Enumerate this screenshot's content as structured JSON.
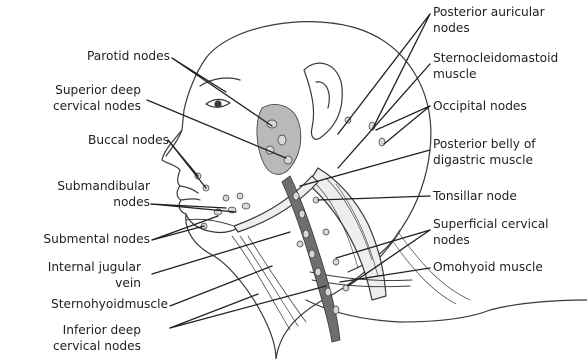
{
  "labels": {
    "parotid_nodes": [
      "Parotid nodes"
    ],
    "superior_deep_cervical_nodes": [
      "Superior deep",
      "cervical nodes"
    ],
    "buccal_nodes": [
      "Buccal nodes"
    ],
    "submandibular_nodes": [
      "Submandibular",
      "nodes"
    ],
    "submental_nodes": [
      "Submental nodes"
    ],
    "internal_jugular_vein": [
      "Internal jugular",
      "vein"
    ],
    "sternohyoid_muscle": [
      "Sternohyoidmuscle"
    ],
    "inferior_deep_cervical_nodes": [
      "Inferior deep",
      "cervical nodes"
    ],
    "posterior_auricular_nodes": [
      "Posterior auricular",
      "nodes"
    ],
    "sternocleidomastoid_muscle": [
      "Sternocleidomastoid",
      "muscle"
    ],
    "occipital_nodes": [
      "Occipital nodes"
    ],
    "posterior_belly_digastric": [
      "Posterior belly of",
      "digastric muscle"
    ],
    "tonsillar_node": [
      "Tonsillar node"
    ],
    "superficial_cervical_nodes": [
      "Superficial cervical",
      "nodes"
    ],
    "omohyoid_muscle": [
      "Omohyoid muscle"
    ]
  },
  "colors": {
    "outline": "#3a3a3a",
    "label_text": "#231f20",
    "gland_fill": "#b9b9b9",
    "vein_fill": "#6e6e6e",
    "node_fill": "#d8d8d8",
    "muscle_fill": "#eeeeee"
  }
}
